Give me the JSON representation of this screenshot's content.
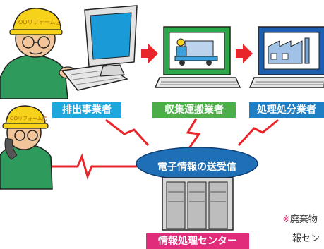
{
  "labels": {
    "emitter": "排出事業者",
    "transporter": "収集運搬業者",
    "processor": "処理処分業者",
    "center": "情報処理センター"
  },
  "hub_text": "電子情報の送受信",
  "badge_text": "OOリフォーム店",
  "note": {
    "mark": "※",
    "line1_text": "廃棄物",
    "line2_text": "報セン"
  },
  "colors": {
    "emitter_label": "#1da7dd",
    "transporter_label": "#4cae48",
    "processor_label": "#1e7fc4",
    "center_label": "#e02c7b",
    "arrow": "#e8252a",
    "lightning": "#e8252a",
    "hub_ellipse": "#1f6fb7",
    "monitor_green": "#2aa84a",
    "monitor_blue": "#1c5fb0"
  }
}
